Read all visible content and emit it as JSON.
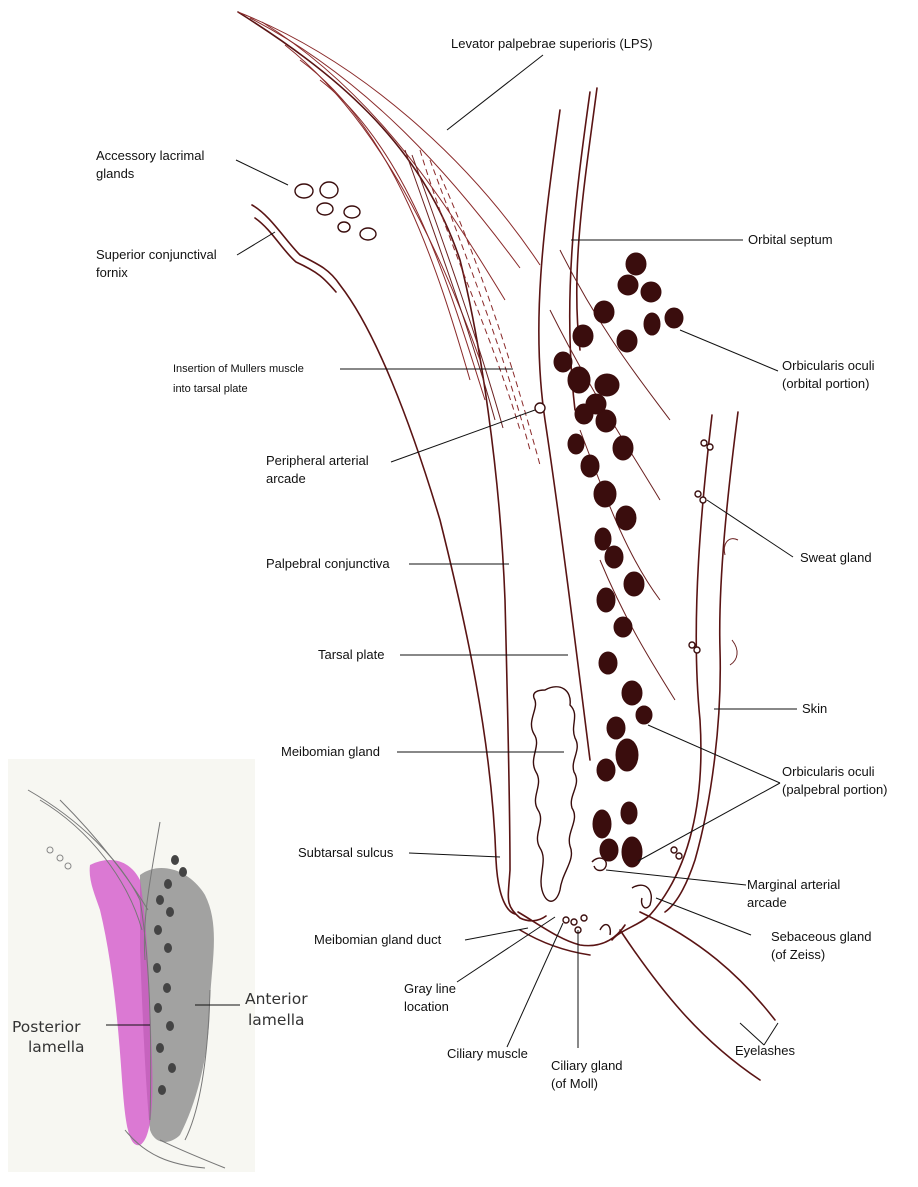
{
  "labels": {
    "lps": "Levator palpebrae superioris (LPS)",
    "accessory_1": "Accessory lacrimal",
    "accessory_2": "glands",
    "fornix_1": "Superior conjunctival",
    "fornix_2": "fornix",
    "orbital_septum": "Orbital septum",
    "orb_orbital_1": "Orbicularis oculi",
    "orb_orbital_2": "(orbital portion)",
    "mullers_1": "Insertion of Mullers muscle",
    "mullers_2": "into tarsal plate",
    "peripheral_1": "Peripheral arterial",
    "peripheral_2": "arcade",
    "sweat": "Sweat gland",
    "palpebral_conj": "Palpebral conjunctiva",
    "tarsal": "Tarsal plate",
    "skin": "Skin",
    "meibomian": "Meibomian gland",
    "orb_palp_1": "Orbicularis oculi",
    "orb_palp_2": "(palpebral portion)",
    "subtarsal": "Subtarsal sulcus",
    "marginal_1": "Marginal arterial",
    "marginal_2": "arcade",
    "meibomian_duct": "Meibomian gland duct",
    "sebaceous_1": "Sebaceous gland",
    "sebaceous_2": "(of Zeiss)",
    "grayline_1": "Gray line",
    "grayline_2": "location",
    "ciliary_muscle": "Ciliary muscle",
    "moll_1": "Ciliary gland",
    "moll_2": "(of Moll)",
    "eyelashes": "Eyelashes"
  },
  "inset": {
    "posterior_1": "Posterior",
    "posterior_2": "lamella",
    "anterior_1": "Anterior",
    "anterior_2": "lamella",
    "posterior_color": "#d24fc8",
    "anterior_color": "#8c8c8c"
  }
}
